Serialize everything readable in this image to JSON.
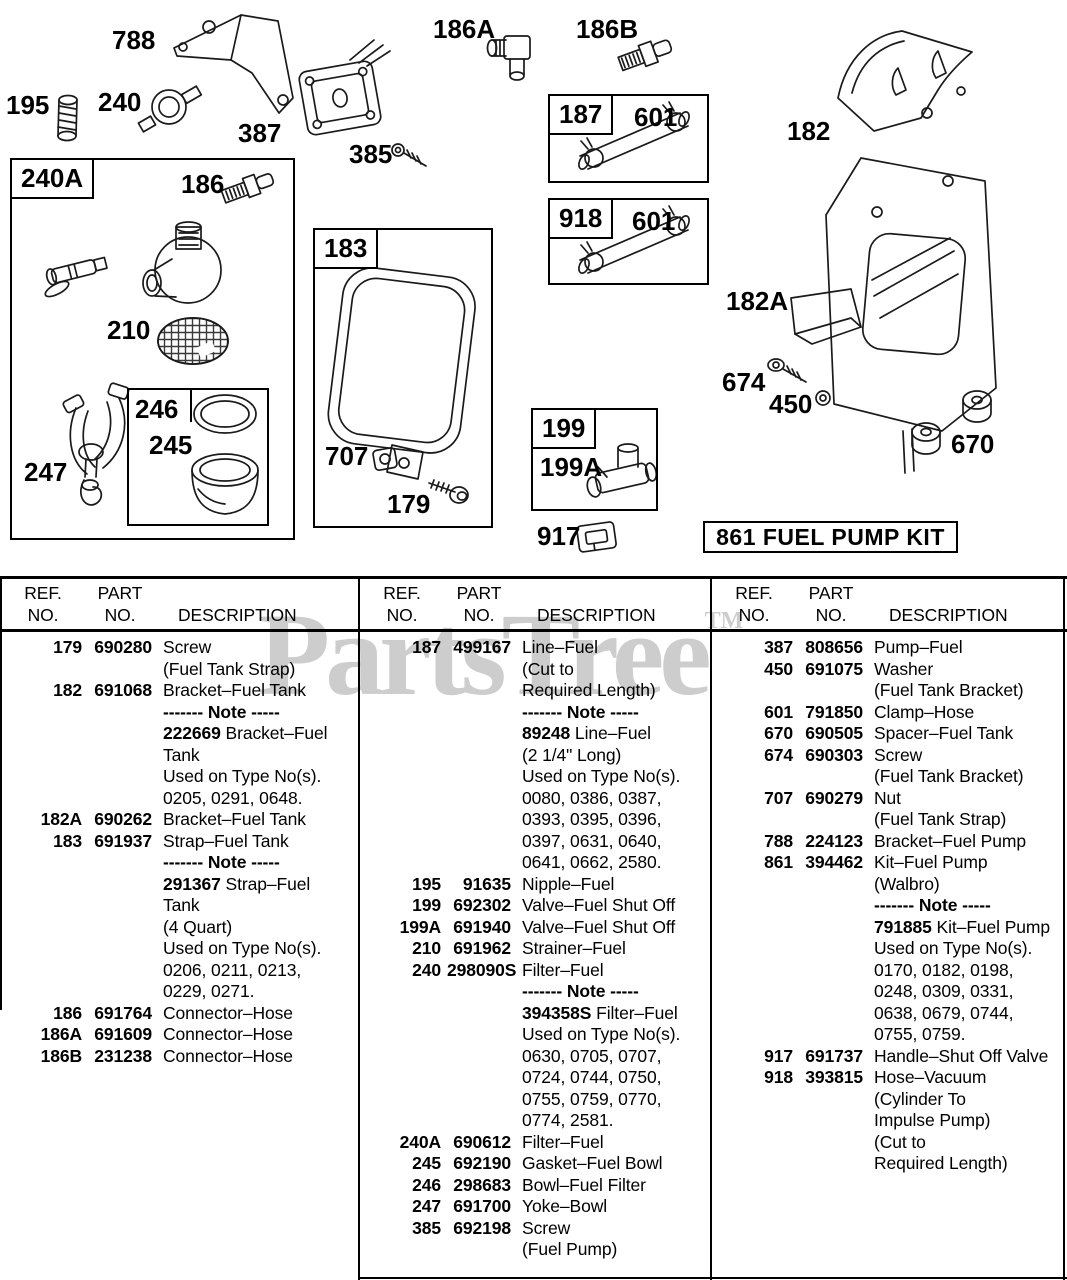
{
  "watermark": {
    "text": "PartsTree",
    "tm": "TM"
  },
  "colors": {
    "ink": "#000000",
    "watermark": "#cdcdcd",
    "background": "#ffffff"
  },
  "diagram": {
    "kit_label": "861 FUEL PUMP KIT",
    "labels": {
      "788": "788",
      "195": "195",
      "240": "240",
      "387": "387",
      "385": "385",
      "186A": "186A",
      "186B": "186B",
      "187": "187",
      "601a": "601",
      "918": "918",
      "601b": "601",
      "182": "182",
      "182A": "182A",
      "674": "674",
      "450": "450",
      "670": "670",
      "240A": "240A",
      "186": "186",
      "210": "210",
      "246": "246",
      "245": "245",
      "247": "247",
      "183": "183",
      "707": "707",
      "179": "179",
      "199": "199",
      "199A": "199A",
      "917": "917"
    }
  },
  "table": {
    "headers": {
      "ref": "REF.",
      "no": "NO.",
      "part": "PART",
      "description": "DESCRIPTION"
    },
    "columns": [
      {
        "lines": [
          {
            "r": "179",
            "p": "690280",
            "d": "Screw"
          },
          {
            "d": "(Fuel Tank Strap)"
          },
          {
            "r": "182",
            "p": "691068",
            "d": "Bracket–Fuel Tank"
          },
          {
            "d": "------- Note -----",
            "cls": "note"
          },
          {
            "d": "222669 Bracket–Fuel",
            "cls": "bnum"
          },
          {
            "d": "Tank"
          },
          {
            "d": "Used on Type No(s)."
          },
          {
            "d": "0205, 0291, 0648."
          },
          {
            "r": "182A",
            "p": "690262",
            "d": "Bracket–Fuel Tank"
          },
          {
            "r": "183",
            "p": "691937",
            "d": "Strap–Fuel Tank"
          },
          {
            "d": "------- Note -----",
            "cls": "note"
          },
          {
            "d": "291367 Strap–Fuel",
            "cls": "bnum"
          },
          {
            "d": "Tank"
          },
          {
            "d": "(4 Quart)"
          },
          {
            "d": "Used on Type No(s)."
          },
          {
            "d": "0206, 0211, 0213,"
          },
          {
            "d": "0229, 0271."
          },
          {
            "r": "186",
            "p": "691764",
            "d": "Connector–Hose"
          },
          {
            "r": "186A",
            "p": "691609",
            "d": "Connector–Hose"
          },
          {
            "r": "186B",
            "p": "231238",
            "d": "Connector–Hose"
          }
        ]
      },
      {
        "lines": [
          {
            "r": "187",
            "p": "499167",
            "d": "Line–Fuel"
          },
          {
            "d": "(Cut to"
          },
          {
            "d": "Required Length)"
          },
          {
            "d": "------- Note -----",
            "cls": "note"
          },
          {
            "d": "89248 Line–Fuel",
            "cls": "bnum"
          },
          {
            "d": "(2 1/4\" Long)"
          },
          {
            "d": "Used on Type No(s)."
          },
          {
            "d": "0080, 0386, 0387,"
          },
          {
            "d": "0393, 0395, 0396,"
          },
          {
            "d": "0397, 0631, 0640,"
          },
          {
            "d": "0641, 0662, 2580."
          },
          {
            "r": "195",
            "p": "91635",
            "d": "Nipple–Fuel"
          },
          {
            "r": "199",
            "p": "692302",
            "d": "Valve–Fuel Shut Off"
          },
          {
            "r": "199A",
            "p": "691940",
            "d": "Valve–Fuel Shut Off"
          },
          {
            "r": "210",
            "p": "691962",
            "d": "Strainer–Fuel"
          },
          {
            "r": "240",
            "p": "298090S",
            "d": "Filter–Fuel"
          },
          {
            "d": "------- Note -----",
            "cls": "note"
          },
          {
            "d": "394358S Filter–Fuel",
            "cls": "bnum"
          },
          {
            "d": "Used on Type No(s)."
          },
          {
            "d": "0630, 0705, 0707,"
          },
          {
            "d": "0724, 0744, 0750,"
          },
          {
            "d": "0755, 0759, 0770,"
          },
          {
            "d": "0774, 2581."
          },
          {
            "r": "240A",
            "p": "690612",
            "d": "Filter–Fuel"
          },
          {
            "r": "245",
            "p": "692190",
            "d": "Gasket–Fuel Bowl"
          },
          {
            "r": "246",
            "p": "298683",
            "d": "Bowl–Fuel Filter"
          },
          {
            "r": "247",
            "p": "691700",
            "d": "Yoke–Bowl"
          },
          {
            "r": "385",
            "p": "692198",
            "d": "Screw"
          },
          {
            "d": "(Fuel Pump)"
          }
        ]
      },
      {
        "lines": [
          {
            "r": "387",
            "p": "808656",
            "d": "Pump–Fuel"
          },
          {
            "r": "450",
            "p": "691075",
            "d": "Washer"
          },
          {
            "d": "(Fuel Tank Bracket)"
          },
          {
            "r": "601",
            "p": "791850",
            "d": "Clamp–Hose"
          },
          {
            "r": "670",
            "p": "690505",
            "d": "Spacer–Fuel Tank"
          },
          {
            "r": "674",
            "p": "690303",
            "d": "Screw"
          },
          {
            "d": "(Fuel Tank Bracket)"
          },
          {
            "r": "707",
            "p": "690279",
            "d": "Nut"
          },
          {
            "d": "(Fuel Tank Strap)"
          },
          {
            "r": "788",
            "p": "224123",
            "d": "Bracket–Fuel Pump"
          },
          {
            "r": "861",
            "p": "394462",
            "d": "Kit–Fuel Pump"
          },
          {
            "d": "(Walbro)"
          },
          {
            "d": "------- Note -----",
            "cls": "note"
          },
          {
            "d": "791885 Kit–Fuel Pump",
            "cls": "bnum"
          },
          {
            "d": "Used on Type No(s)."
          },
          {
            "d": "0170, 0182, 0198,"
          },
          {
            "d": "0248, 0309, 0331,"
          },
          {
            "d": "0638, 0679, 0744,"
          },
          {
            "d": "0755, 0759."
          },
          {
            "r": "917",
            "p": "691737",
            "d": "Handle–Shut Off Valve"
          },
          {
            "r": "918",
            "p": "393815",
            "d": "Hose–Vacuum"
          },
          {
            "d": "(Cylinder To"
          },
          {
            "d": "Impulse Pump)"
          },
          {
            "d": "(Cut to"
          },
          {
            "d": "Required Length)"
          }
        ]
      }
    ]
  }
}
